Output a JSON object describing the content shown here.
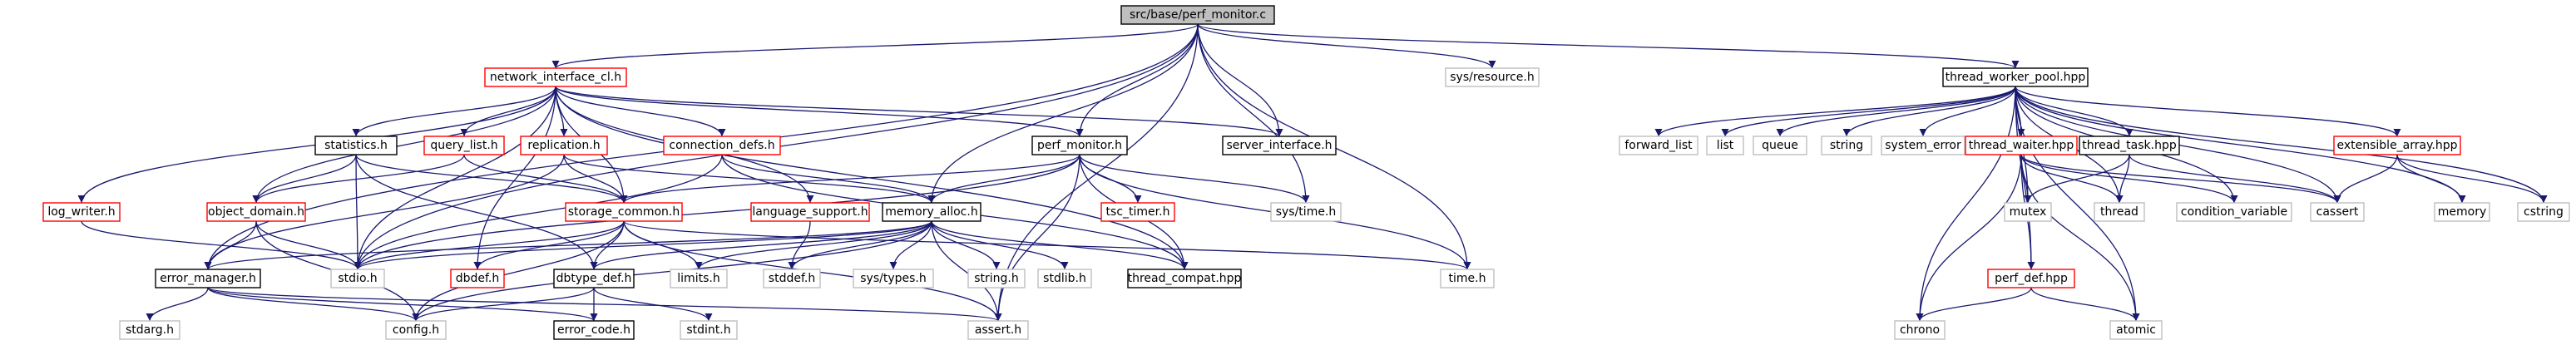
{
  "title": "src/base/perf_monitor.c",
  "colors": {
    "edge": "#191970",
    "root_fill": "#bfbfbf",
    "border_doc": "#000000",
    "border_undoc": "#ff0000",
    "border_external": "#bfbfbf"
  },
  "nodes": [
    {
      "id": "perf_monitor_c",
      "label": "src/base/perf_monitor.c",
      "kind": "root"
    },
    {
      "id": "network_interface_cl_h",
      "label": "network_interface_cl.h",
      "kind": "undocumented"
    },
    {
      "id": "sys_resource_h",
      "label": "sys/resource.h",
      "kind": "external"
    },
    {
      "id": "thread_worker_pool_hpp",
      "label": "thread_worker_pool.hpp",
      "kind": "documented"
    },
    {
      "id": "statistics_h",
      "label": "statistics.h",
      "kind": "documented"
    },
    {
      "id": "query_list_h",
      "label": "query_list.h",
      "kind": "undocumented"
    },
    {
      "id": "replication_h",
      "label": "replication.h",
      "kind": "undocumented"
    },
    {
      "id": "connection_defs_h",
      "label": "connection_defs.h",
      "kind": "undocumented"
    },
    {
      "id": "perf_monitor_h",
      "label": "perf_monitor.h",
      "kind": "documented"
    },
    {
      "id": "server_interface_h",
      "label": "server_interface.h",
      "kind": "documented"
    },
    {
      "id": "log_writer_h",
      "label": "log_writer.h",
      "kind": "undocumented"
    },
    {
      "id": "object_domain_h",
      "label": "object_domain.h",
      "kind": "undocumented"
    },
    {
      "id": "storage_common_h",
      "label": "storage_common.h",
      "kind": "undocumented"
    },
    {
      "id": "language_support_h",
      "label": "language_support.h",
      "kind": "undocumented"
    },
    {
      "id": "memory_alloc_h",
      "label": "memory_alloc.h",
      "kind": "documented"
    },
    {
      "id": "tsc_timer_h",
      "label": "tsc_timer.h",
      "kind": "undocumented"
    },
    {
      "id": "sys_time_h",
      "label": "sys/time.h",
      "kind": "external"
    },
    {
      "id": "stdio_h",
      "label": "stdio.h",
      "kind": "external"
    },
    {
      "id": "dbdef_h",
      "label": "dbdef.h",
      "kind": "undocumented"
    },
    {
      "id": "dbtype_def_h",
      "label": "dbtype_def.h",
      "kind": "documented"
    },
    {
      "id": "limits_h",
      "label": "limits.h",
      "kind": "external"
    },
    {
      "id": "stddef_h",
      "label": "stddef.h",
      "kind": "external"
    },
    {
      "id": "sys_types_h",
      "label": "sys/types.h",
      "kind": "external"
    },
    {
      "id": "string_h",
      "label": "string.h",
      "kind": "external"
    },
    {
      "id": "stdlib_h",
      "label": "stdlib.h",
      "kind": "external"
    },
    {
      "id": "thread_compat_hpp",
      "label": "thread_compat.hpp",
      "kind": "documented"
    },
    {
      "id": "time_h",
      "label": "time.h",
      "kind": "external"
    },
    {
      "id": "error_manager_h",
      "label": "error_manager.h",
      "kind": "documented"
    },
    {
      "id": "stdarg_h",
      "label": "stdarg.h",
      "kind": "external"
    },
    {
      "id": "config_h",
      "label": "config.h",
      "kind": "external"
    },
    {
      "id": "error_code_h",
      "label": "error_code.h",
      "kind": "documented"
    },
    {
      "id": "stdint_h",
      "label": "stdint.h",
      "kind": "external"
    },
    {
      "id": "assert_h",
      "label": "assert.h",
      "kind": "external"
    },
    {
      "id": "forward_list",
      "label": "forward_list",
      "kind": "external"
    },
    {
      "id": "list",
      "label": "list",
      "kind": "external"
    },
    {
      "id": "queue",
      "label": "queue",
      "kind": "external"
    },
    {
      "id": "string",
      "label": "string",
      "kind": "external"
    },
    {
      "id": "system_error",
      "label": "system_error",
      "kind": "external"
    },
    {
      "id": "thread_waiter_hpp",
      "label": "thread_waiter.hpp",
      "kind": "undocumented"
    },
    {
      "id": "thread_task_hpp",
      "label": "thread_task.hpp",
      "kind": "documented"
    },
    {
      "id": "extensible_array_hpp",
      "label": "extensible_array.hpp",
      "kind": "undocumented"
    },
    {
      "id": "cstring",
      "label": "cstring",
      "kind": "external"
    },
    {
      "id": "mutex",
      "label": "mutex",
      "kind": "external"
    },
    {
      "id": "thread",
      "label": "thread",
      "kind": "external"
    },
    {
      "id": "condition_variable",
      "label": "condition_variable",
      "kind": "external"
    },
    {
      "id": "cassert",
      "label": "cassert",
      "kind": "external"
    },
    {
      "id": "memory",
      "label": "memory",
      "kind": "external"
    },
    {
      "id": "perf_def_hpp",
      "label": "perf_def.hpp",
      "kind": "undocumented"
    },
    {
      "id": "chrono",
      "label": "chrono",
      "kind": "external"
    },
    {
      "id": "atomic",
      "label": "atomic",
      "kind": "external"
    }
  ],
  "edges": [
    [
      "perf_monitor_c",
      "network_interface_cl_h"
    ],
    [
      "perf_monitor_c",
      "sys_resource_h"
    ],
    [
      "perf_monitor_c",
      "thread_worker_pool_hpp"
    ],
    [
      "perf_monitor_c",
      "perf_monitor_h"
    ],
    [
      "perf_monitor_c",
      "server_interface_h"
    ],
    [
      "perf_monitor_c",
      "memory_alloc_h"
    ],
    [
      "perf_monitor_c",
      "sys_time_h"
    ],
    [
      "perf_monitor_c",
      "time_h"
    ],
    [
      "perf_monitor_c",
      "assert_h"
    ],
    [
      "perf_monitor_c",
      "error_manager_h"
    ],
    [
      "perf_monitor_c",
      "stdio_h"
    ],
    [
      "network_interface_cl_h",
      "statistics_h"
    ],
    [
      "network_interface_cl_h",
      "query_list_h"
    ],
    [
      "network_interface_cl_h",
      "replication_h"
    ],
    [
      "network_interface_cl_h",
      "connection_defs_h"
    ],
    [
      "network_interface_cl_h",
      "perf_monitor_h"
    ],
    [
      "network_interface_cl_h",
      "server_interface_h"
    ],
    [
      "network_interface_cl_h",
      "log_writer_h"
    ],
    [
      "network_interface_cl_h",
      "object_domain_h"
    ],
    [
      "network_interface_cl_h",
      "storage_common_h"
    ],
    [
      "network_interface_cl_h",
      "language_support_h"
    ],
    [
      "network_interface_cl_h",
      "dbdef_h"
    ],
    [
      "network_interface_cl_h",
      "stdio_h"
    ],
    [
      "network_interface_cl_h",
      "thread_compat_hpp"
    ],
    [
      "statistics_h",
      "object_domain_h"
    ],
    [
      "statistics_h",
      "storage_common_h"
    ],
    [
      "statistics_h",
      "dbtype_def_h"
    ],
    [
      "statistics_h",
      "stdio_h"
    ],
    [
      "query_list_h",
      "object_domain_h"
    ],
    [
      "query_list_h",
      "storage_common_h"
    ],
    [
      "replication_h",
      "storage_common_h"
    ],
    [
      "replication_h",
      "memory_alloc_h"
    ],
    [
      "replication_h",
      "error_manager_h"
    ],
    [
      "connection_defs_h",
      "memory_alloc_h"
    ],
    [
      "connection_defs_h",
      "thread_compat_hpp"
    ],
    [
      "connection_defs_h",
      "stdio_h"
    ],
    [
      "perf_monitor_h",
      "storage_common_h"
    ],
    [
      "perf_monitor_h",
      "memory_alloc_h"
    ],
    [
      "perf_monitor_h",
      "tsc_timer_h"
    ],
    [
      "perf_monitor_h",
      "sys_time_h"
    ],
    [
      "perf_monitor_h",
      "time_h"
    ],
    [
      "perf_monitor_h",
      "thread_compat_hpp"
    ],
    [
      "perf_monitor_h",
      "assert_h"
    ],
    [
      "perf_monitor_h",
      "stdio_h"
    ],
    [
      "log_writer_h",
      "stdio_h"
    ],
    [
      "object_domain_h",
      "error_manager_h"
    ],
    [
      "object_domain_h",
      "stdio_h"
    ],
    [
      "object_domain_h",
      "config_h"
    ],
    [
      "storage_common_h",
      "stdio_h"
    ],
    [
      "storage_common_h",
      "dbdef_h"
    ],
    [
      "storage_common_h",
      "dbtype_def_h"
    ],
    [
      "storage_common_h",
      "limits_h"
    ],
    [
      "storage_common_h",
      "config_h"
    ],
    [
      "storage_common_h",
      "time_h"
    ],
    [
      "storage_common_h",
      "assert_h"
    ],
    [
      "language_support_h",
      "stddef_h"
    ],
    [
      "memory_alloc_h",
      "error_manager_h"
    ],
    [
      "memory_alloc_h",
      "dbtype_def_h"
    ],
    [
      "memory_alloc_h",
      "limits_h"
    ],
    [
      "memory_alloc_h",
      "stddef_h"
    ],
    [
      "memory_alloc_h",
      "sys_types_h"
    ],
    [
      "memory_alloc_h",
      "string_h"
    ],
    [
      "memory_alloc_h",
      "stdlib_h"
    ],
    [
      "memory_alloc_h",
      "thread_compat_hpp"
    ],
    [
      "memory_alloc_h",
      "config_h"
    ],
    [
      "memory_alloc_h",
      "stdio_h"
    ],
    [
      "memory_alloc_h",
      "assert_h"
    ],
    [
      "dbtype_def_h",
      "error_code_h"
    ],
    [
      "dbtype_def_h",
      "config_h"
    ],
    [
      "dbtype_def_h",
      "stdint_h"
    ],
    [
      "error_manager_h",
      "stdarg_h"
    ],
    [
      "error_manager_h",
      "config_h"
    ],
    [
      "error_manager_h",
      "error_code_h"
    ],
    [
      "error_manager_h",
      "assert_h"
    ],
    [
      "thread_worker_pool_hpp",
      "forward_list"
    ],
    [
      "thread_worker_pool_hpp",
      "list"
    ],
    [
      "thread_worker_pool_hpp",
      "queue"
    ],
    [
      "thread_worker_pool_hpp",
      "string"
    ],
    [
      "thread_worker_pool_hpp",
      "system_error"
    ],
    [
      "thread_worker_pool_hpp",
      "thread_waiter_hpp"
    ],
    [
      "thread_worker_pool_hpp",
      "thread_task_hpp"
    ],
    [
      "thread_worker_pool_hpp",
      "extensible_array_hpp"
    ],
    [
      "thread_worker_pool_hpp",
      "cstring"
    ],
    [
      "thread_worker_pool_hpp",
      "mutex"
    ],
    [
      "thread_worker_pool_hpp",
      "thread"
    ],
    [
      "thread_worker_pool_hpp",
      "condition_variable"
    ],
    [
      "thread_worker_pool_hpp",
      "cassert"
    ],
    [
      "thread_worker_pool_hpp",
      "memory"
    ],
    [
      "thread_worker_pool_hpp",
      "perf_def_hpp"
    ],
    [
      "thread_worker_pool_hpp",
      "chrono"
    ],
    [
      "thread_worker_pool_hpp",
      "atomic"
    ],
    [
      "thread_waiter_hpp",
      "perf_def_hpp"
    ],
    [
      "thread_waiter_hpp",
      "chrono"
    ],
    [
      "thread_waiter_hpp",
      "atomic"
    ],
    [
      "thread_waiter_hpp",
      "mutex"
    ],
    [
      "thread_waiter_hpp",
      "thread"
    ],
    [
      "thread_waiter_hpp",
      "condition_variable"
    ],
    [
      "thread_waiter_hpp",
      "cassert"
    ],
    [
      "thread_task_hpp",
      "mutex"
    ],
    [
      "thread_task_hpp",
      "thread"
    ],
    [
      "thread_task_hpp",
      "cassert"
    ],
    [
      "extensible_array_hpp",
      "memory"
    ],
    [
      "extensible_array_hpp",
      "cstring"
    ],
    [
      "extensible_array_hpp",
      "cassert"
    ],
    [
      "perf_def_hpp",
      "chrono"
    ],
    [
      "perf_def_hpp",
      "atomic"
    ]
  ]
}
